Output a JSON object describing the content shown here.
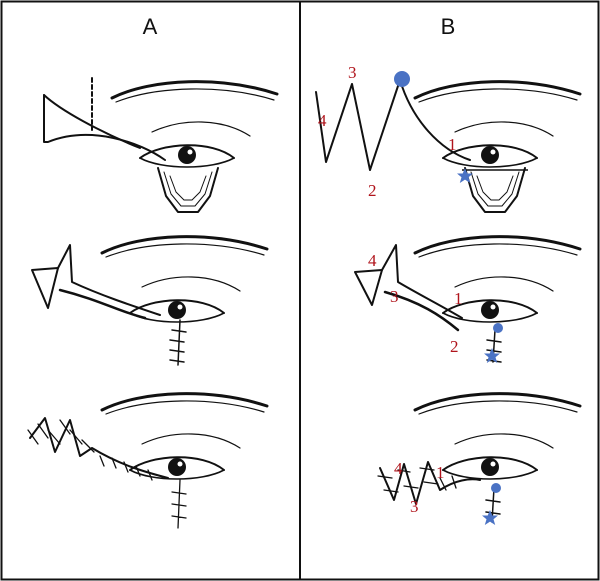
{
  "panels": [
    {
      "id": "A",
      "label": "A"
    },
    {
      "id": "B",
      "label": "B"
    }
  ],
  "colors": {
    "ink": "#111111",
    "label": "#b0141c",
    "marker": "#4a72c4",
    "background": "#ffffff"
  },
  "markers": {
    "point": "blue-dot",
    "anchor": "blue-star"
  },
  "stages": [
    {
      "stage": "incision-design",
      "labels": [
        "3",
        "4",
        "2",
        "1"
      ]
    },
    {
      "stage": "flap-transposition",
      "labels": [
        "4",
        "3",
        "1",
        "2"
      ]
    },
    {
      "stage": "sutured-result",
      "labels": [
        "4",
        "1",
        "3"
      ]
    }
  ]
}
